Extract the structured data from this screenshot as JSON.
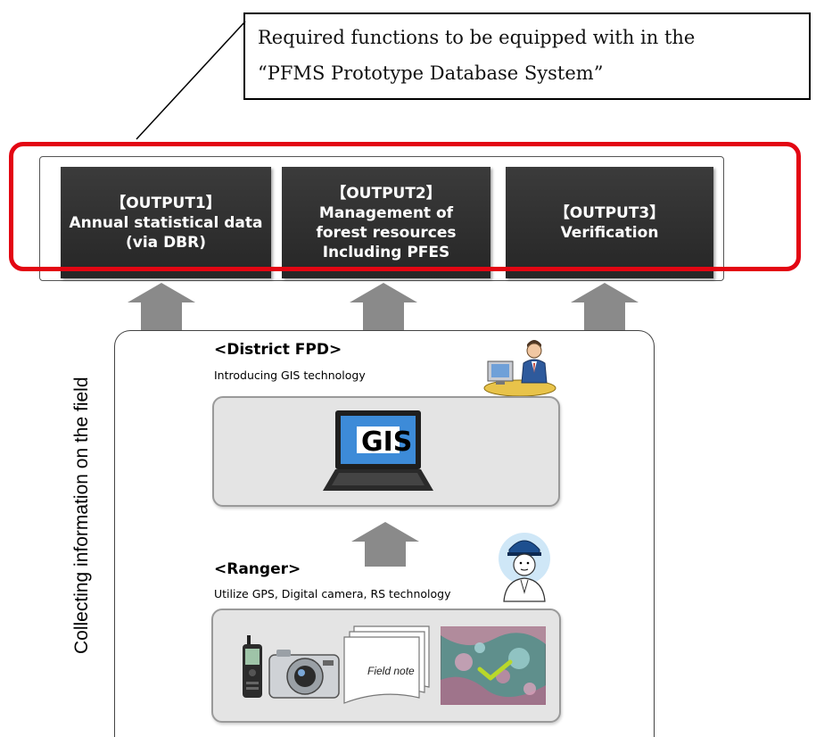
{
  "callout": {
    "line1": "Required functions to be equipped with in the",
    "line2": "“PFMS Prototype Database System”"
  },
  "outputs": [
    {
      "lines": [
        "【OUTPUT1】",
        "Annual statistical data",
        "(via DBR)"
      ]
    },
    {
      "lines": [
        "【OUTPUT2】",
        "Management of",
        "forest resources",
        "Including PFES"
      ]
    },
    {
      "lines": [
        "【OUTPUT3】",
        "Verification"
      ]
    }
  ],
  "field": {
    "vertical_label": "Collecting information on the field",
    "district": {
      "title": "<District FPD>",
      "subtitle": "Introducing  GIS technology",
      "screen_label": "GIS"
    },
    "ranger": {
      "title": "<Ranger>",
      "subtitle": "Utilize GPS, Digital camera, RS technology",
      "note_label": "Field note"
    }
  },
  "colors": {
    "highlight_frame": "#e30613",
    "output_box": "#2f2f2f",
    "arrow": "#8a8a8a",
    "panel": "#e4e4e4"
  },
  "icons": [
    "office-worker-icon",
    "ranger-officer-icon",
    "laptop-icon",
    "gps-device-icon",
    "digital-camera-icon",
    "field-note-icon",
    "satellite-image-icon"
  ]
}
